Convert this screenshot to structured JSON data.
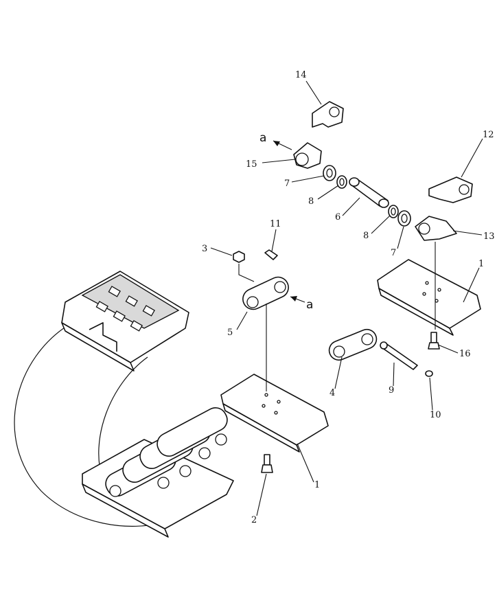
{
  "labels": {
    "p1a": "1",
    "p1b": "1",
    "p2": "2",
    "p3": "3",
    "p4": "4",
    "p5": "5",
    "p6": "6",
    "p7a": "7",
    "p7b": "7",
    "p8a": "8",
    "p8b": "8",
    "p9": "9",
    "p10": "10",
    "p11": "11",
    "p12": "12",
    "p13": "13",
    "p14": "14",
    "p15": "15",
    "p16": "16",
    "ref_a_top": "a",
    "ref_a_mid": "a"
  }
}
